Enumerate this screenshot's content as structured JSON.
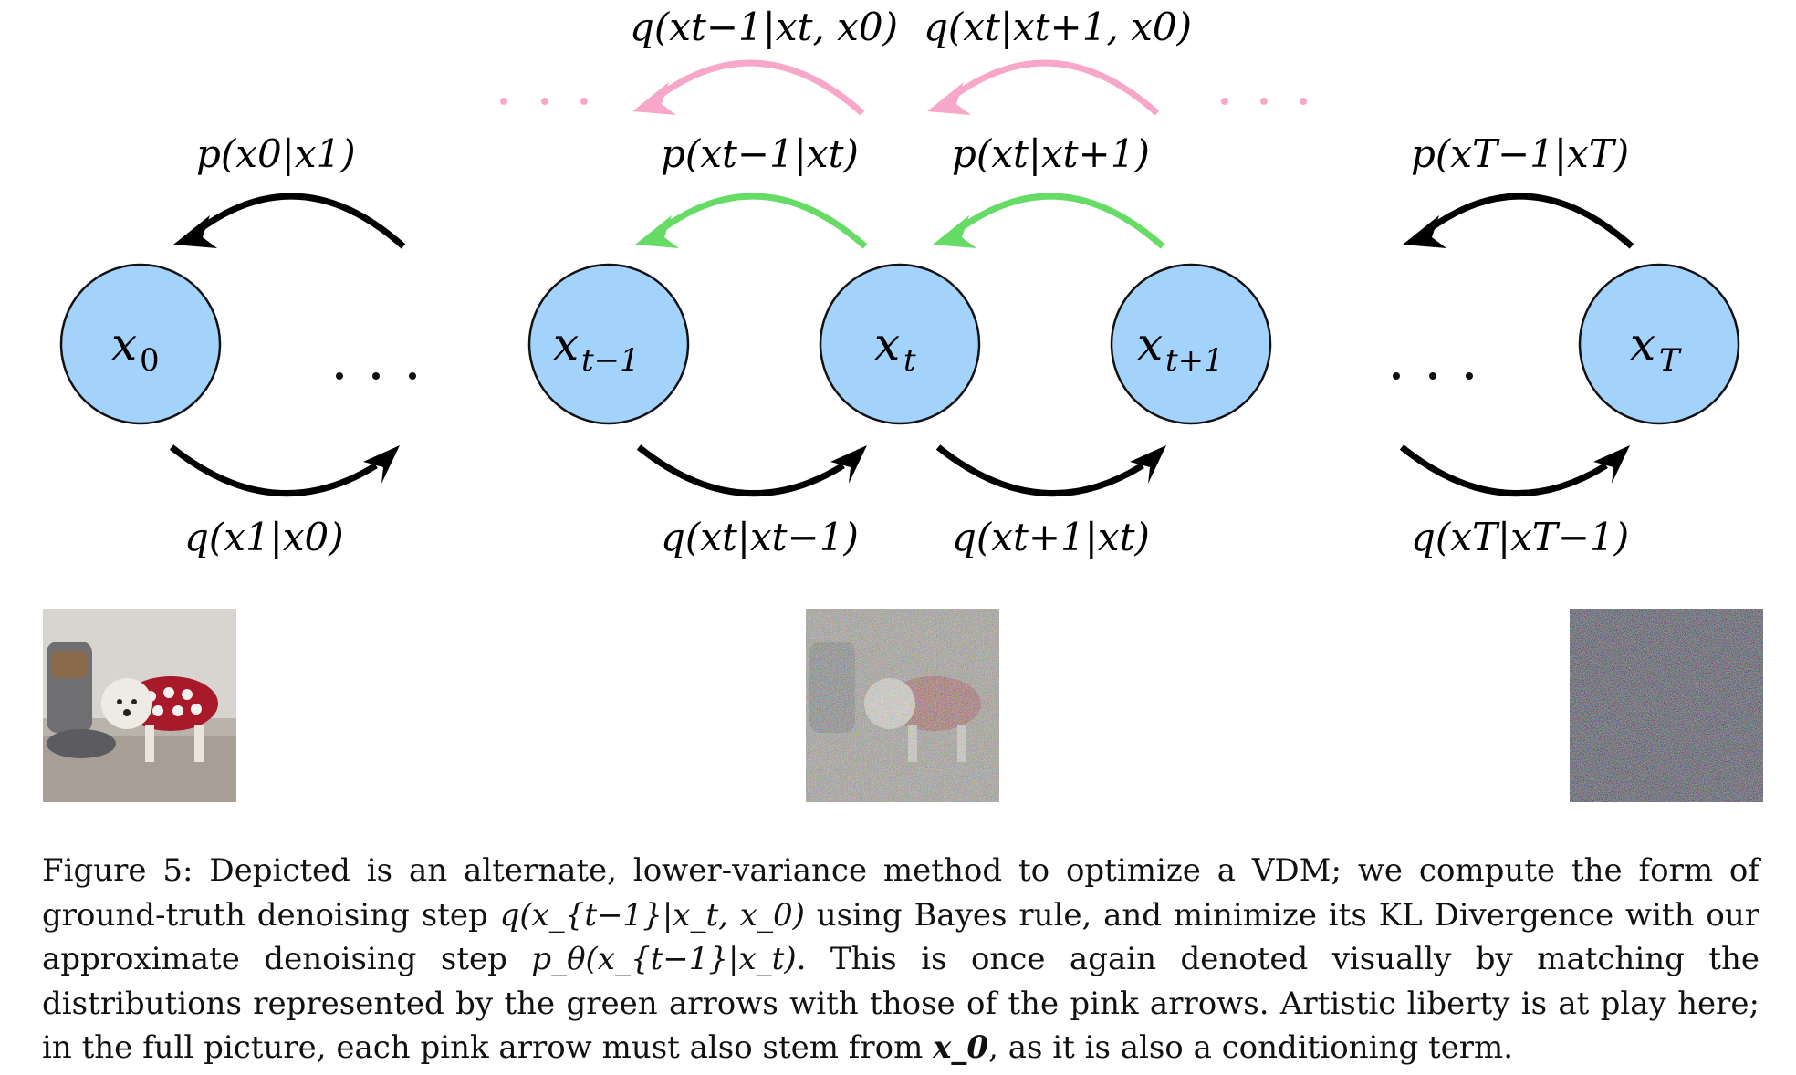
{
  "figure": {
    "nodes": [
      {
        "id": "x0",
        "label": "x",
        "sub": "0"
      },
      {
        "id": "xt-1",
        "label": "x",
        "sub": "t−1"
      },
      {
        "id": "xt",
        "label": "x",
        "sub": "t"
      },
      {
        "id": "xt+1",
        "label": "x",
        "sub": "t+1"
      },
      {
        "id": "xT",
        "label": "x",
        "sub": "T"
      }
    ],
    "arrows": {
      "p_x0_x1": "p(x0|x1)",
      "p_xt-1_xt": "p(xt−1|xt)",
      "p_xt_xt+1": "p(xt|xt+1)",
      "p_xT-1_xT": "p(xT−1|xT)",
      "q_x1_x0": "q(x1|x0)",
      "q_xt_xt-1": "q(xt|xt−1)",
      "q_xt+1_xt": "q(xt+1|xt)",
      "q_xT_xT-1": "q(xT|xT−1)",
      "q_xt-1_xt_x0": "q(xt−1|xt, x0)",
      "q_xt_xt+1_x0": "q(xt|xt+1, x0)"
    },
    "colors": {
      "node_fill": "#a3d2fb",
      "green_arrow": "#66db66",
      "pink_arrow": "#f7a7c9",
      "black_arrow": "#000000"
    },
    "images": [
      "clean-dog-photo",
      "noisy-dog-photo",
      "pure-noise"
    ]
  },
  "caption": {
    "prefix": "Figure 5:",
    "part1": " Depicted is an alternate, lower-variance method to optimize a VDM; we compute the form of ground-truth denoising step ",
    "expr_q": "q(x_{t−1}|x_t, x_0)",
    "part2": " using Bayes rule, and minimize its KL Divergence with our approximate denoising step ",
    "expr_p": "p_θ(x_{t−1}|x_t)",
    "part3": ". This is once again denoted visually by matching the distributions represented by the green arrows with those of the pink arrows. Artistic liberty is at play here; in the full picture, each pink arrow must also stem from ",
    "expr_x0": "x_0",
    "part4": ", as it is also a conditioning term."
  }
}
